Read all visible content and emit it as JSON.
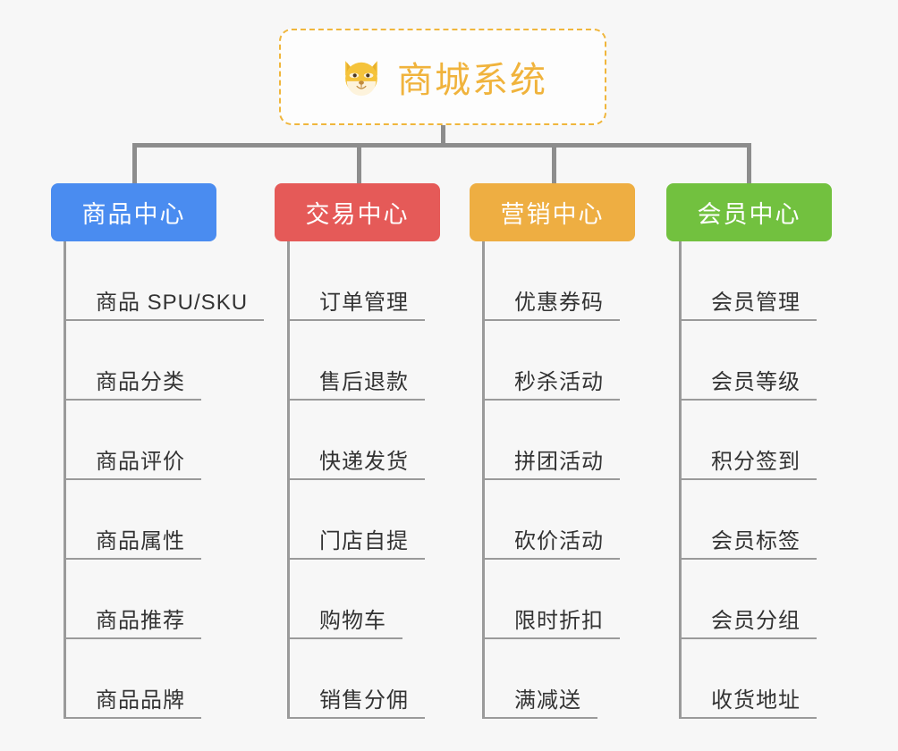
{
  "root": {
    "title": "商城系统",
    "emoji_icon": "shiba-dog-face-icon",
    "border_color": "#f0b63c",
    "text_color": "#f0b33c"
  },
  "connector_color": "#8d8d8d",
  "columns": [
    {
      "label": "商品中心",
      "color": "#4a8cf0",
      "items": [
        "商品 SPU/SKU",
        "商品分类",
        "商品评价",
        "商品属性",
        "商品推荐",
        "商品品牌"
      ]
    },
    {
      "label": "交易中心",
      "color": "#e55a58",
      "items": [
        "订单管理",
        "售后退款",
        "快递发货",
        "门店自提",
        "购物车",
        "销售分佣"
      ]
    },
    {
      "label": "营销中心",
      "color": "#eeae42",
      "items": [
        "优惠券码",
        "秒杀活动",
        "拼团活动",
        "砍价活动",
        "限时折扣",
        "满减送"
      ]
    },
    {
      "label": "会员中心",
      "color": "#72c13f",
      "items": [
        "会员管理",
        "会员等级",
        "积分签到",
        "会员标签",
        "会员分组",
        "收货地址"
      ]
    }
  ]
}
